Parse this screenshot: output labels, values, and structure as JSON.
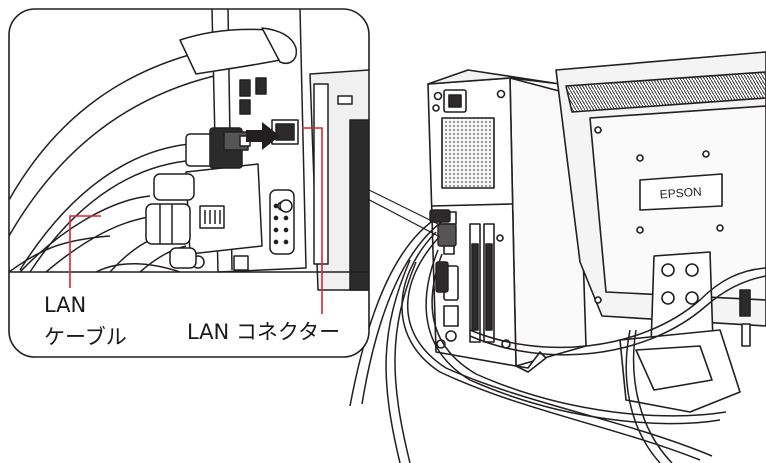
{
  "labels": {
    "cable_line1": "LAN",
    "cable_line2": "ケーブル",
    "connector": "LAN コネクター"
  },
  "monitor_logo": "EPSON",
  "colors": {
    "leader_line": "#d7282f",
    "outline": "#231f20",
    "panel_fill": "#e8e8e8",
    "dark_fill": "#2b2b2b"
  },
  "icons": {
    "arrow": "right-arrow-icon"
  }
}
